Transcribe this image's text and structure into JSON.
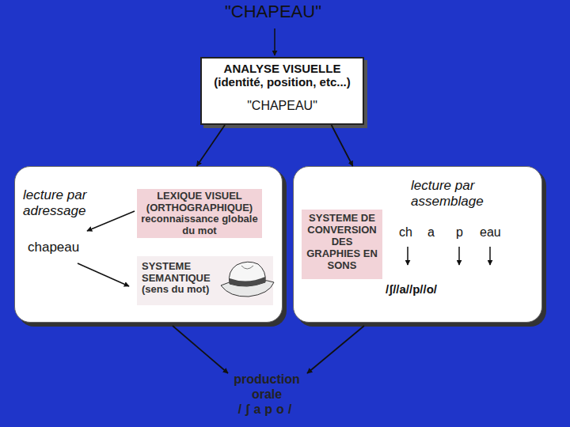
{
  "diagram": {
    "nodes": [
      {
        "text": [
          "ANALYSE VISUELLE (identité, position, etc...)",
          "\"CHAPEAU\""
        ]
      },
      {
        "text": [
          "lecture par adressage",
          "chapeau"
        ]
      },
      {
        "text": [
          "LEXIQUE VISUEL (ORTHOGRAPHIQUE)",
          "reconnaissance globale du mot"
        ],
        "in": 1
      },
      {
        "text": [
          "SYSTEME SEMANTIQUE",
          "(sens du mot)"
        ],
        "in": 1
      },
      {
        "text": [
          "lecture par assemblage",
          "ch",
          "a",
          "p",
          "eau",
          "/ʃ//a//p//o/"
        ]
      },
      {
        "text": [
          "SYSTEME DE CONVERSION DES GRAPHIES EN SONS"
        ],
        "in": 4
      }
    ],
    "edges": [
      {
        "from": 0,
        "to": 1,
        "arrow": "to"
      },
      {
        "from": 0,
        "to": 4,
        "arrow": "to"
      }
    ],
    "labels": [
      "\"CHAPEAU\"",
      "production orale",
      "/ʃapo/"
    ]
  }
}
